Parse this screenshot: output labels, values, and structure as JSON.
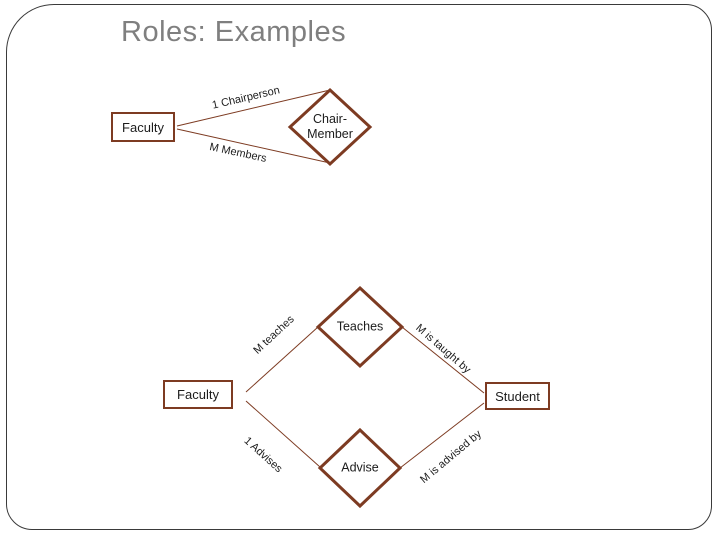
{
  "slide": {
    "title": "Roles: Examples",
    "colors": {
      "title_text": "#7f7f7f",
      "shape_border_brown": "#7d3b22",
      "frame_border": "#3a3a3a",
      "label_text": "#1c1c1c"
    }
  },
  "diagram_top": {
    "entity_faculty": "Faculty",
    "relationship_chair_member_line1": "Chair-",
    "relationship_chair_member_line2": "Member",
    "edge_chairperson": "1 Chairperson",
    "edge_members": "M Members"
  },
  "diagram_bottom": {
    "entity_faculty": "Faculty",
    "entity_student": "Student",
    "relationship_teaches": "Teaches",
    "relationship_advise": "Advise",
    "edge_m_teaches": "M teaches",
    "edge_m_is_taught_by": "M is taught by",
    "edge_1_advises": "1 Advises",
    "edge_m_is_advised_by": "M is advised by"
  }
}
